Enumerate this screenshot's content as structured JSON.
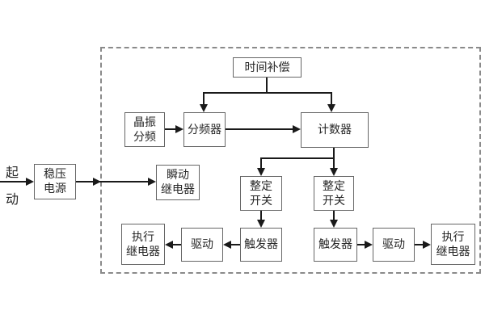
{
  "colors": {
    "line": "#1a1a1a",
    "box_border": "#666666",
    "box_text": "#262626",
    "dash_border": "#8a8a8a",
    "background": "#ffffff"
  },
  "start": {
    "l1": "起",
    "l2": "动"
  },
  "blocks": {
    "power": {
      "l1": "稳压",
      "l2": "电源"
    },
    "instant_relay": {
      "l1": "瞬动",
      "l2": "继电器"
    },
    "time_compensation": "时间补偿",
    "crystal_divider": {
      "l1": "晶振",
      "l2": "分频"
    },
    "frequency_divider": "分频器",
    "counter": "计数器",
    "setting_switch_left": {
      "l1": "整定",
      "l2": "开关"
    },
    "setting_switch_right": {
      "l1": "整定",
      "l2": "开关"
    },
    "trigger_left": "触发器",
    "trigger_right": "触发器",
    "drive_left": "驱动",
    "drive_right": "驱动",
    "exec_relay_left": {
      "l1": "执行",
      "l2": "继电器"
    },
    "exec_relay_right": {
      "l1": "执行",
      "l2": "继电器"
    }
  }
}
